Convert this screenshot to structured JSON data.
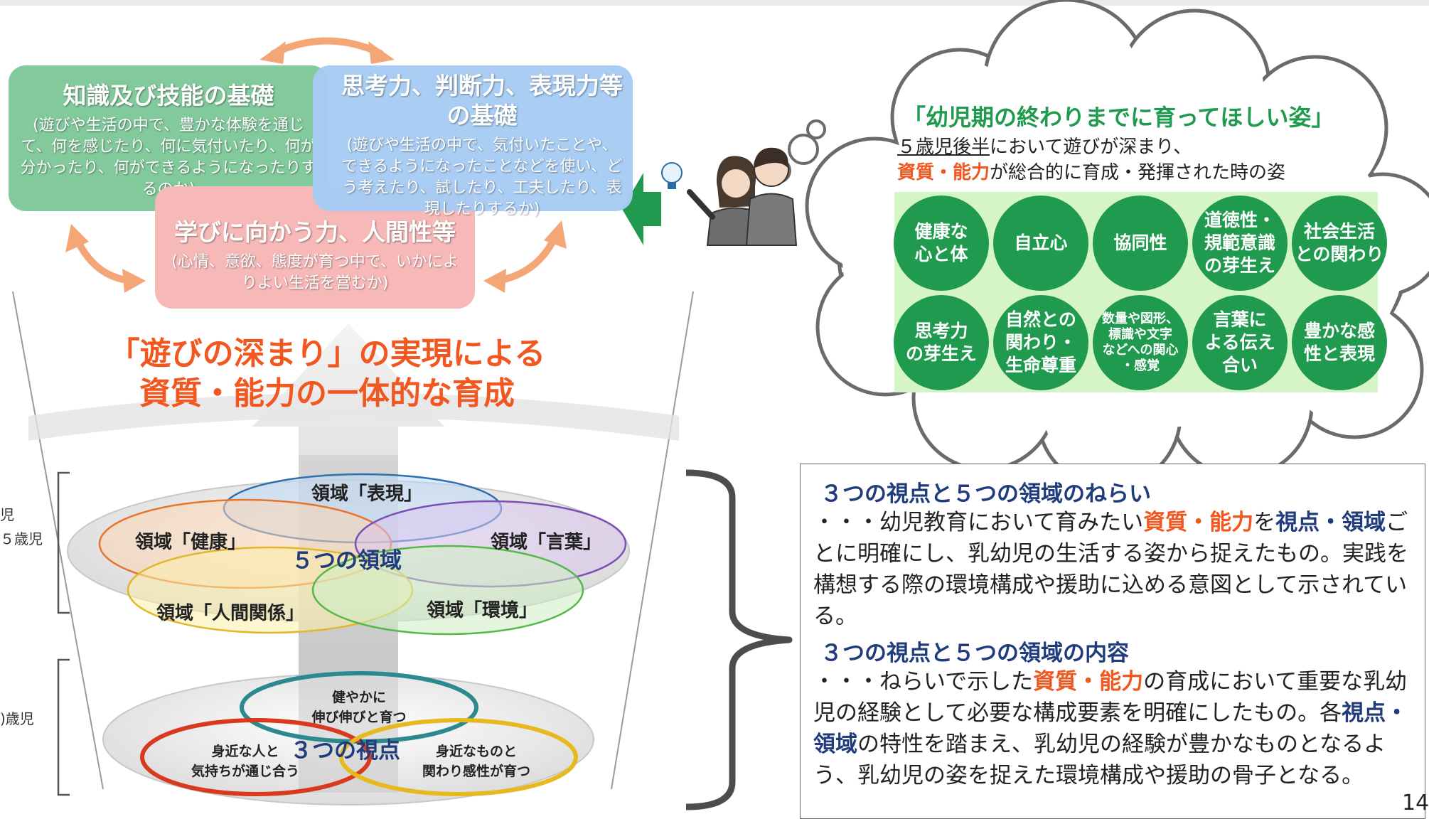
{
  "pillars": {
    "knowledge": {
      "title": "知識及び技能の基礎",
      "desc": "(遊びや生活の中で、豊かな体験を通じて、何を感じたり、何に気付いたり、何が分かったり、何ができるようになったりするのか)"
    },
    "thinking": {
      "title": "思考力、判断力、表現力等の基礎",
      "desc": "(遊びや生活の中で、気付いたことや、できるようになったことなどを使い、どう考えたり、試したり、工夫したり、表現したりするか)"
    },
    "attitude": {
      "title": "学びに向かう力、人間性等",
      "desc": "(心情、意欲、態度が育つ中で、いかによりよい生活を営むか)"
    }
  },
  "headline": {
    "line1": "「遊びの深まり」の実現による",
    "line2": "資質・能力の一体的な育成"
  },
  "bowl": {
    "upper_age": {
      "line1": "児",
      "line2": "５歳児"
    },
    "lower_age": ")歳児",
    "domains": {
      "center": "５つの領域",
      "expression": "領域「表現」",
      "health": "領域「健康」",
      "language": "領域「言葉」",
      "relations": "領域「人間関係」",
      "environment": "領域「環境」"
    },
    "viewpoints": {
      "center": "３つの視点",
      "healthy": {
        "line1": "健やかに",
        "line2": "伸び伸びと育つ"
      },
      "people": {
        "line1": "身近な人と",
        "line2": "気持ちが通じ合う"
      },
      "things": {
        "line1": "身近なものと",
        "line2": "関わり感性が育つ"
      }
    }
  },
  "cloud": {
    "title": "「幼児期の終わりまでに育ってほしい姿」",
    "line1_a": "５歳児後半",
    "line1_b": "において遊びが深まり、",
    "line2_a": "資質・能力",
    "line2_b": "が総合的に育成・発揮された時の姿",
    "items": [
      "健康な\n心と体",
      "自立心",
      "協同性",
      "道徳性・\n規範意識\nの芽生え",
      "社会生活\nとの関わり",
      "思考力\nの芽生え",
      "自然との\n関わり・\n生命尊重",
      "数量や図形、\n標識や文字\nなどへの関心\n・感覚",
      "言葉に\nよる伝え\n合い",
      "豊かな感\n性と表現"
    ]
  },
  "textbox": {
    "h1": "３つの視点と５つの領域のねらい",
    "p1_a": "・・・幼児教育において育みたい",
    "p1_hl": "資質・能力",
    "p1_b": "を",
    "p1_bl": "視点・領域",
    "p1_c": "ごとに明確にし、乳幼児の生活する姿から捉えたもの。実践を構想する際の環境構成や援助に込める意図として示されている。",
    "h2": "３つの視点と５つの領域の内容",
    "p2_a": "・・・ねらいで示した",
    "p2_hl": "資質・能力",
    "p2_b": "の育成において重要な乳幼児の経験として必要な構成要素を明確にしたもの。各",
    "p2_bl": "視点・領域",
    "p2_c": "の特性を踏まえ、乳幼児の経験が豊かなものとなるよう、乳幼児の姿を捉えた環境構成や援助の骨子となる。"
  },
  "page_number": "14",
  "colors": {
    "green": "#1f9a4e",
    "orange": "#f1571f",
    "navy": "#203c7c"
  }
}
